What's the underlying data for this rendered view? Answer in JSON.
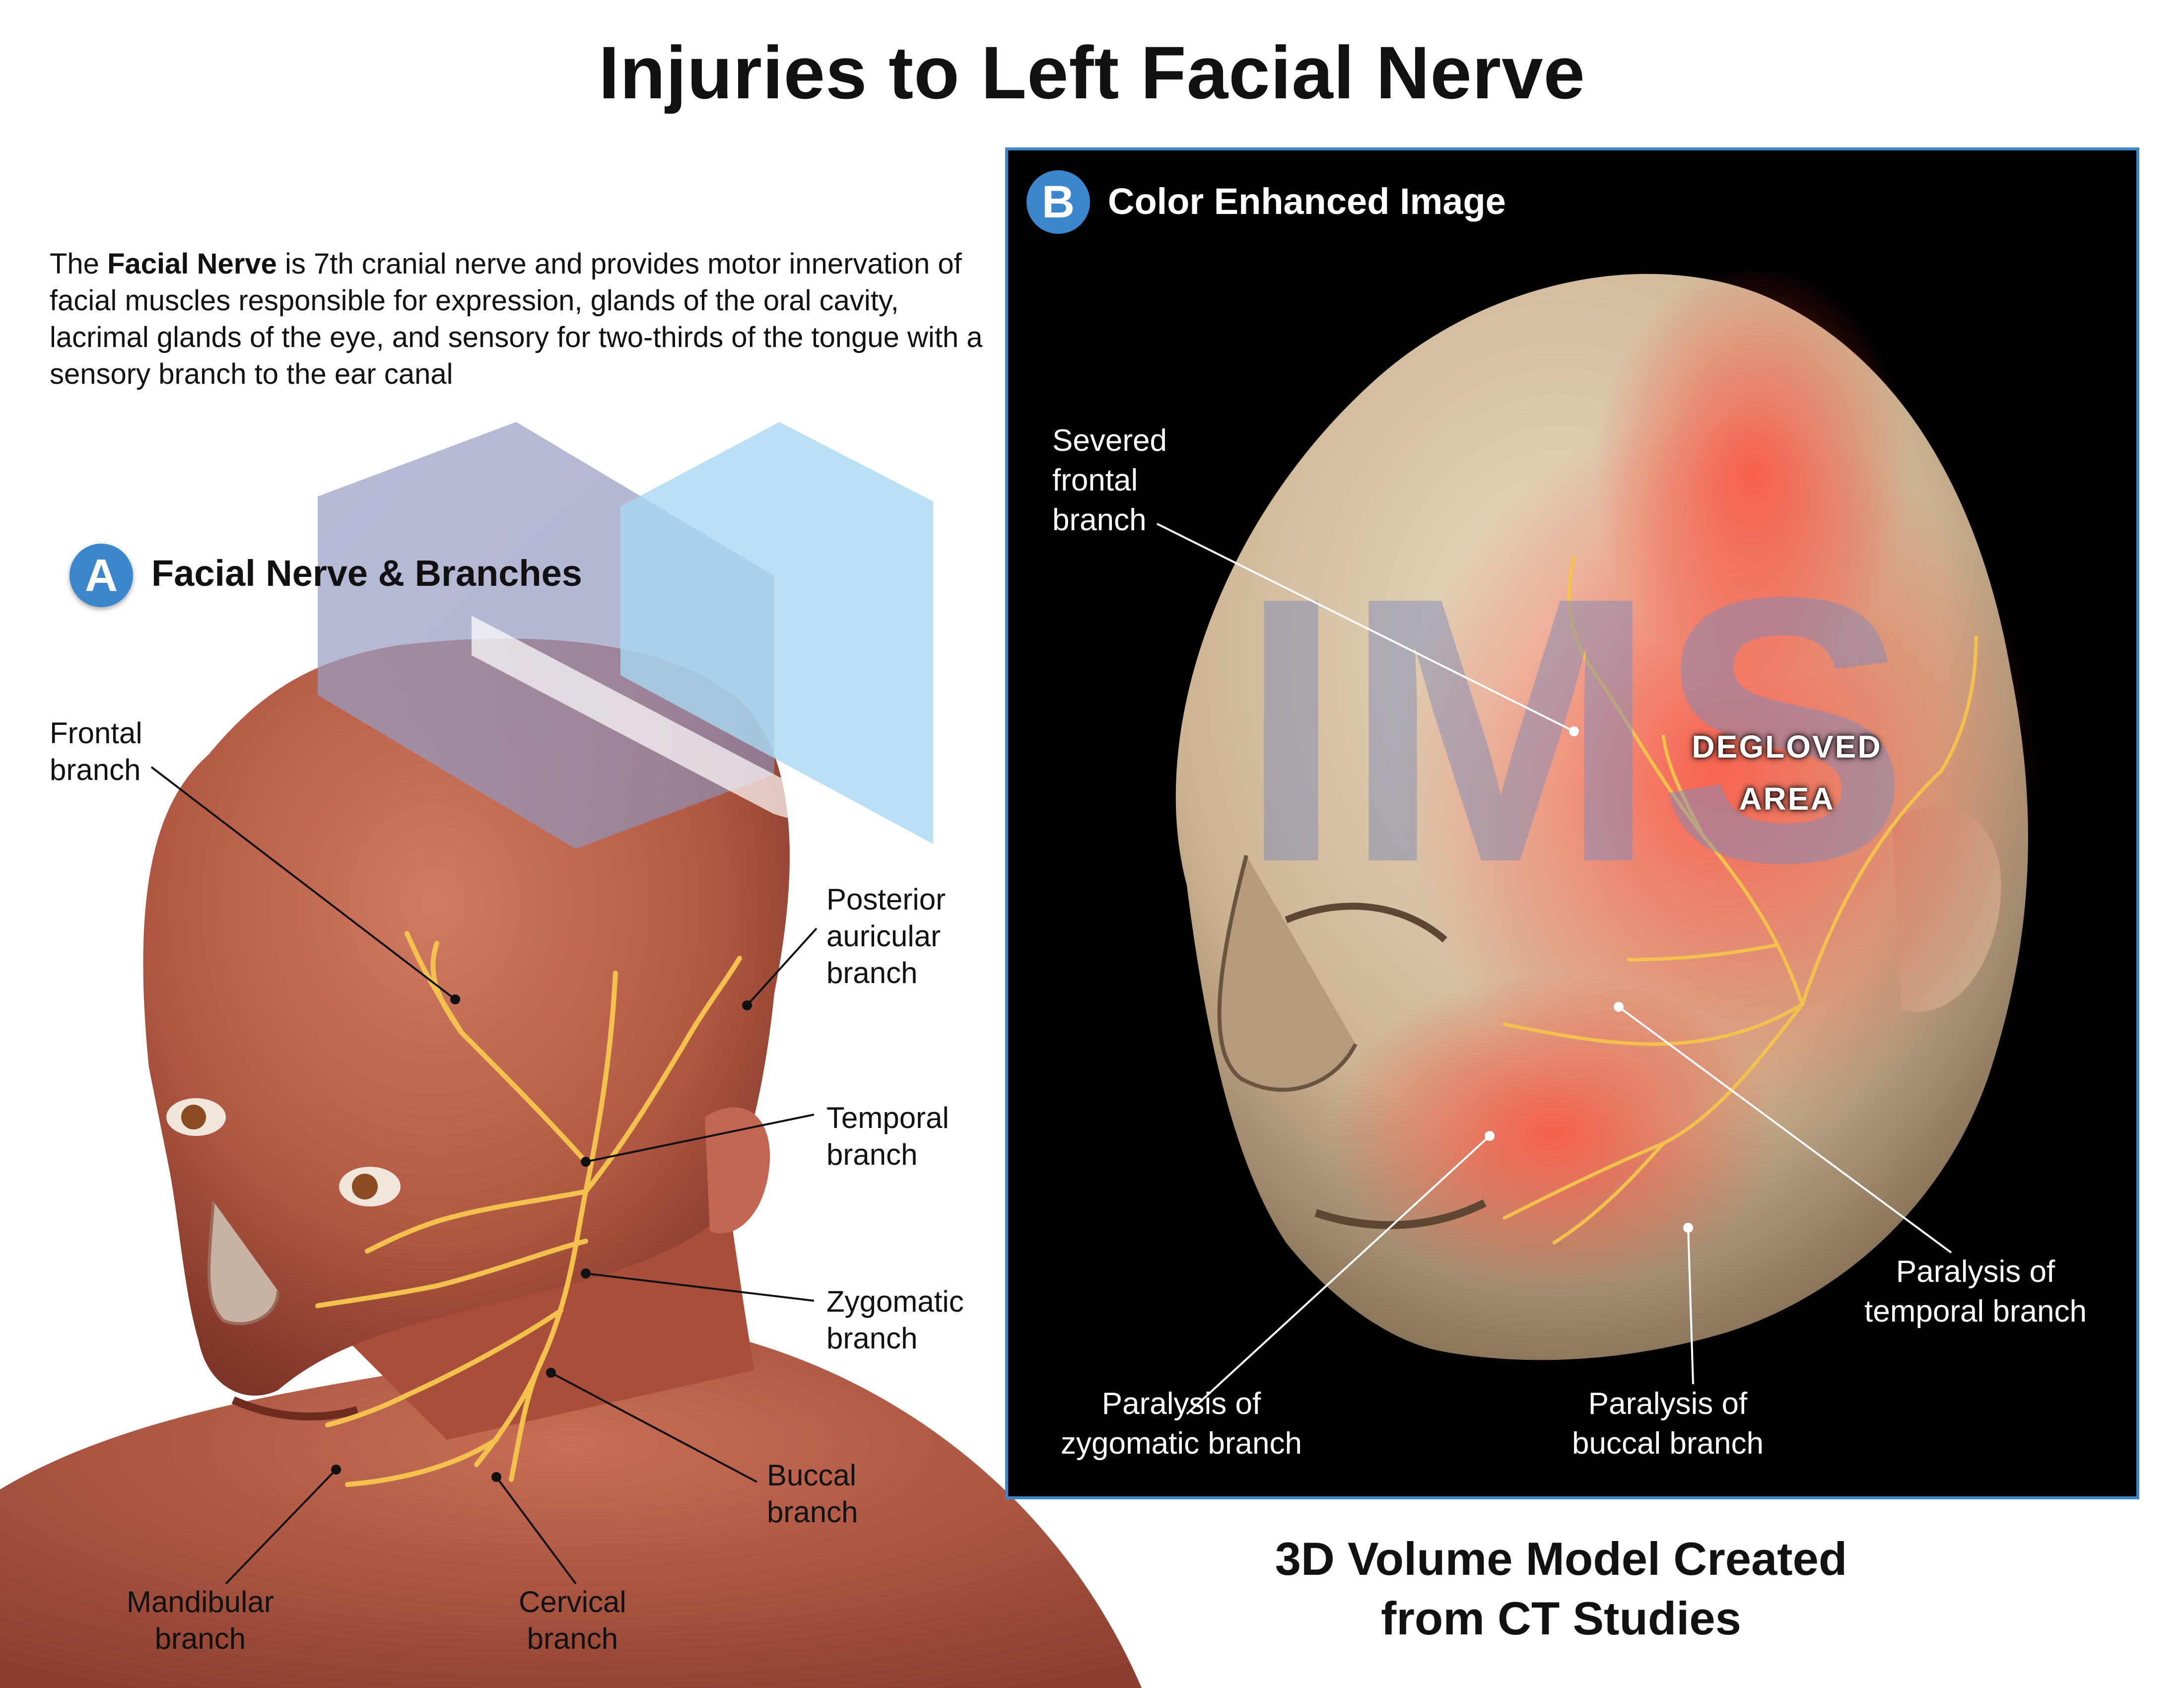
{
  "title": "Injuries to Left Facial Nerve",
  "intro": {
    "lead": "The ",
    "bold": "Facial Nerve",
    "rest": " is 7th cranial nerve and provides motor innervation of facial muscles responsible for expression, glands of the oral cavity, lacrimal glands of the eye, and sensory for two-thirds of the tongue with a sensory branch to the ear canal"
  },
  "panel_a": {
    "badge": "A",
    "title": "Facial Nerve & Branches",
    "labels": {
      "frontal": [
        "Frontal",
        "branch"
      ],
      "posterior_auricular": [
        "Posterior",
        "auricular",
        "branch"
      ],
      "temporal": [
        "Temporal",
        "branch"
      ],
      "zygomatic": [
        "Zygomatic",
        "branch"
      ],
      "buccal": [
        "Buccal",
        "branch"
      ],
      "mandibular": [
        "Mandibular",
        "branch"
      ],
      "cervical": [
        "Cervical",
        "branch"
      ]
    }
  },
  "panel_b": {
    "badge": "B",
    "title": "Color Enhanced Image",
    "labels": {
      "severed_frontal": [
        "Severed",
        "frontal",
        "branch"
      ],
      "degloved": [
        "DEGLOVED",
        "AREA"
      ],
      "paralysis_temporal": [
        "Paralysis of",
        "temporal branch"
      ],
      "paralysis_zygomatic": [
        "Paralysis of",
        "zygomatic branch"
      ],
      "paralysis_buccal": [
        "Paralysis of",
        "buccal branch"
      ]
    },
    "subtitle": [
      "3D Volume Model Created",
      "from CT Studies"
    ]
  },
  "watermark": "IMS",
  "colors": {
    "badge": "#3b86cc",
    "panel_border": "#3f85c9",
    "nerve": "#f2c14e",
    "muscle": "#b85a45",
    "skin": "#d9c3a3"
  }
}
